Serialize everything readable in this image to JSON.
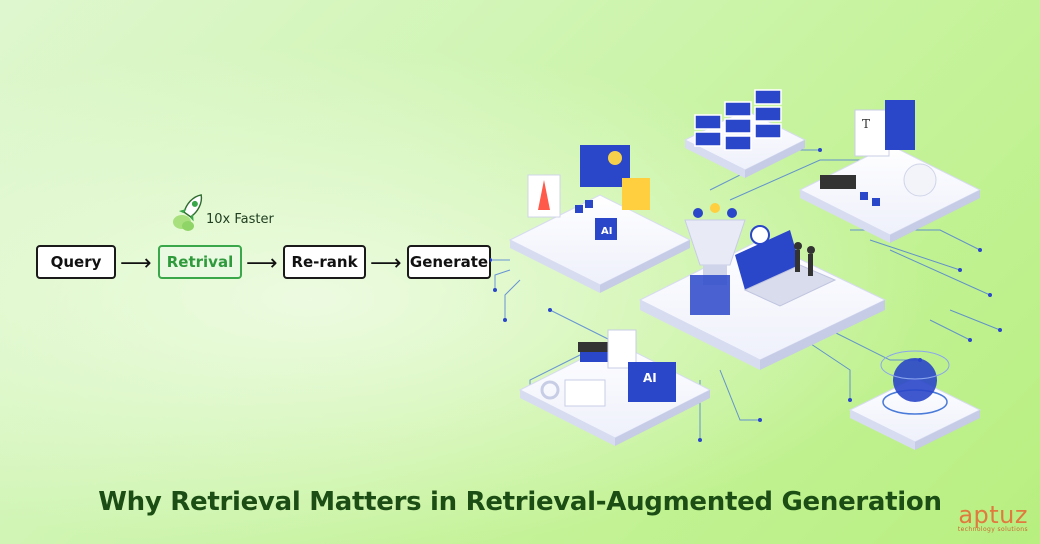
{
  "pipeline": {
    "steps": [
      "Query",
      "Retrival",
      "Re-rank",
      "Generate"
    ],
    "arrow": "⟶",
    "highlight_note": "10x Faster"
  },
  "illustration": {
    "ai_badge": "AI",
    "doc_glyph": "T"
  },
  "headline": "Why Retrieval Matters in Retrieval-Augmented Generation",
  "brand": {
    "name": "aptuz",
    "tagline": "technology solutions"
  },
  "colors": {
    "accent_green": "#3aa84a",
    "headline_green": "#1b4d14",
    "brand_orange": "#e07a3e",
    "platform_blue": "#2a46c9"
  }
}
